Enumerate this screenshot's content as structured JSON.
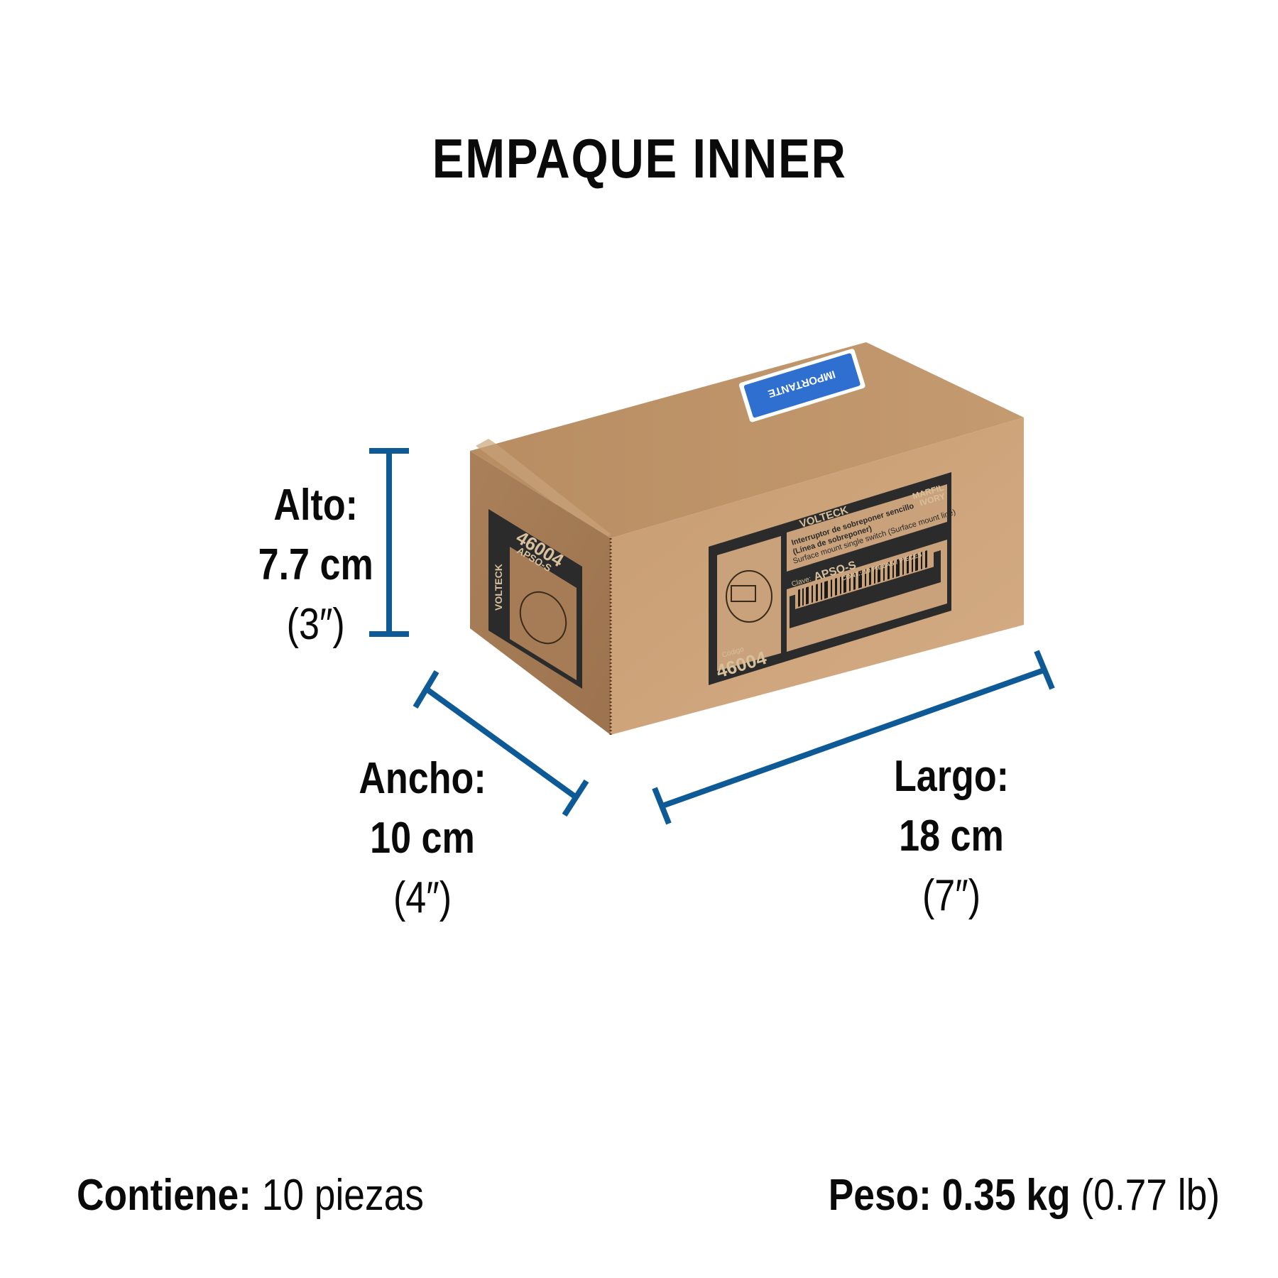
{
  "title": "EMPAQUE INNER",
  "colors": {
    "measure_line": "#0e5a96",
    "box_front": "#c9a17a",
    "box_left": "#a57c56",
    "box_top": "#bb9267",
    "label_dark": "#2b2b2b",
    "sticker_blue": "#2e6fd0"
  },
  "dimensions": {
    "alto": {
      "label": "Alto:",
      "metric": "7.7 cm",
      "imperial": "(3″)"
    },
    "ancho": {
      "label": "Ancho:",
      "metric": "10 cm",
      "imperial": "(4″)"
    },
    "largo": {
      "label": "Largo:",
      "metric": "18 cm",
      "imperial": "(7″)"
    }
  },
  "footer": {
    "contains_label": "Contiene:",
    "contains_value": "10 piezas",
    "weight_label": "Peso:",
    "weight_metric": "0.35 kg",
    "weight_imperial": "(0.77 lb)"
  },
  "box_print": {
    "brand": "VOLTECK",
    "front_title_es": "Interruptor de sobreponer sencillo",
    "front_subtitle_es": "(Línea de sobreponer)",
    "front_title_en": "Surface mount single switch (Surface mount line)",
    "color_es": "MARFIL",
    "color_en": "IVORY",
    "clave_label": "Clave:",
    "clave_value": "APSO-S",
    "contents": "CONT.: 10 PIEZAS / PIECES",
    "barcode_number": "17501206658540",
    "codigo_label": "Código",
    "codigo_value": "46004",
    "side_code": "46004",
    "side_clave": "APSO-S",
    "sticker_title": "IMPORTANTE"
  }
}
